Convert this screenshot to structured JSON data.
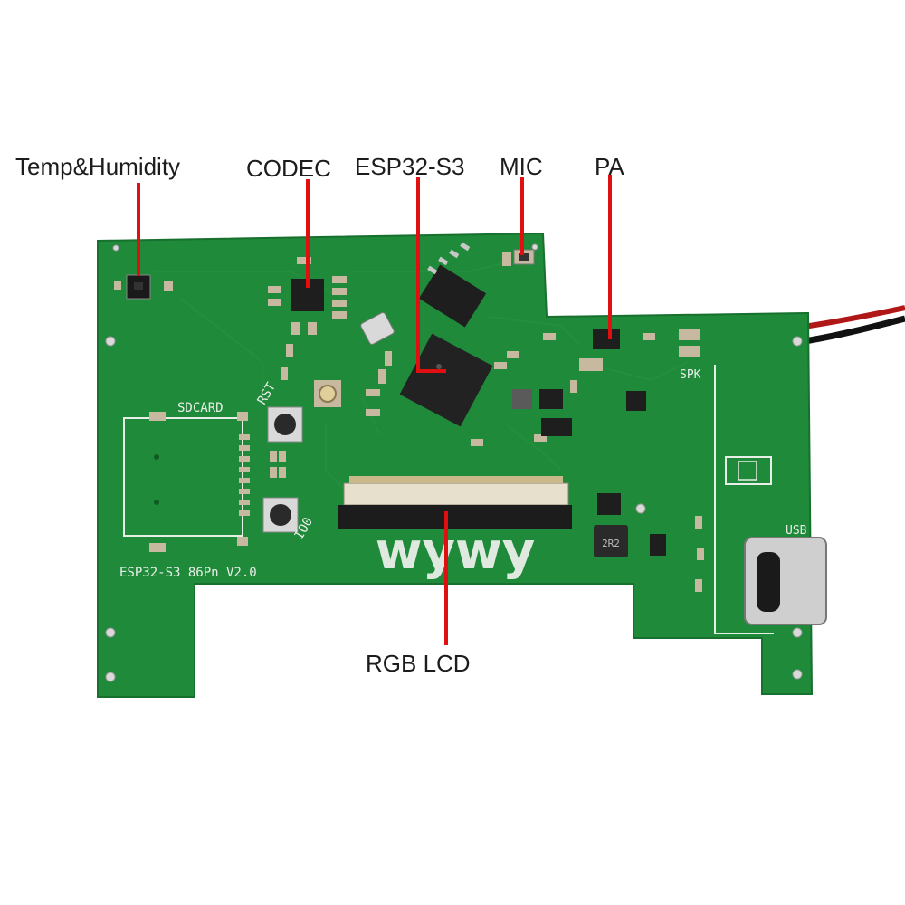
{
  "callouts": {
    "temp_humidity": "Temp&Humidity",
    "codec": "CODEC",
    "esp32": "ESP32-S3",
    "mic": "MIC",
    "pa": "PA",
    "rgb_lcd": "RGB LCD"
  },
  "board": {
    "silk_sdcard": "SDCARD",
    "silk_rst": "RST",
    "silk_io0": "IO0",
    "silk_spk": "SPK",
    "silk_usb": "USB",
    "silk_model": "ESP32-S3  86Pn  V2.0",
    "silk_brand": "wywy",
    "inductor_code": "2R2"
  },
  "colors": {
    "pcb": "#1f8a3a",
    "pcb_dark": "#17702e",
    "silk": "#e8efe8",
    "pointer": "#e01010",
    "chip": "#1e1e1e",
    "pad": "#c7b9a0"
  }
}
